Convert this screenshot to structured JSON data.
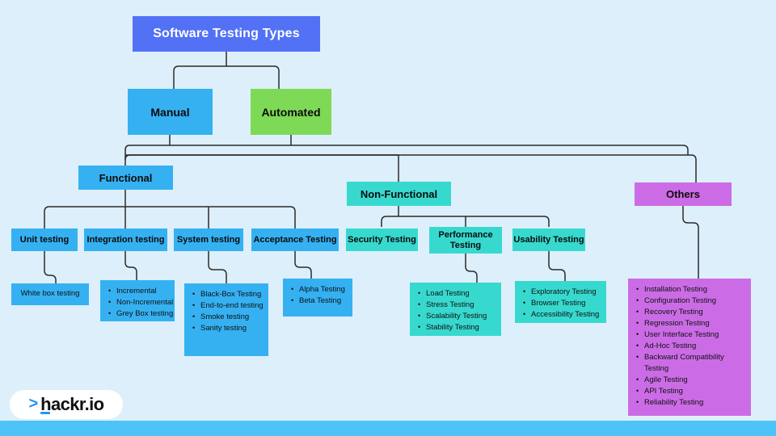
{
  "diagram": {
    "title": "Software Testing Types",
    "background_color": "#ddeffb",
    "colors": {
      "title": "#5271f5",
      "blue": "#35b1f2",
      "green": "#7ed957",
      "teal": "#37d9cf",
      "purple": "#cb6ce6",
      "connector": "#2b2b2b",
      "bottom_bar": "#4dc3f7"
    },
    "level2": {
      "manual": "Manual",
      "automated": "Automated"
    },
    "level3": {
      "functional": "Functional",
      "non_functional": "Non-Functional",
      "others": "Others"
    },
    "functional_children": {
      "unit": "Unit testing",
      "integration": "Integration testing",
      "system": "System testing",
      "acceptance": "Acceptance Testing"
    },
    "non_functional_children": {
      "security": "Security Testing",
      "performance_line1": "Performance",
      "performance_line2": "Testing",
      "usability": "Usability Testing"
    },
    "leaves": {
      "unit": [
        "White box testing"
      ],
      "integration": [
        "Incremental",
        "Non-Incremental",
        "Grey Box testing"
      ],
      "system": [
        "Black-Box Testing",
        "End-to-end testing",
        "Smoke testing",
        "Sanity testing"
      ],
      "acceptance": [
        "Alpha Testing",
        "Beta Testing"
      ],
      "performance": [
        "Load Testing",
        "Stress Testing",
        "Scalability Testing",
        "Stability Testing"
      ],
      "usability": [
        "Exploratory Testing",
        "Browser Testing",
        "Accessibility Testing"
      ],
      "others": [
        "Installation Testing",
        "Configuration Testing",
        "Recovery Testing",
        "Regression Testing",
        "User Interface Testing",
        "Ad-Hoc Testing",
        "Backward Compatibility Testing",
        "Agile Testing",
        "API Testing",
        "Reliability Testing"
      ]
    }
  },
  "logo": {
    "chevron": ">",
    "wordmark": "hackr.io"
  }
}
